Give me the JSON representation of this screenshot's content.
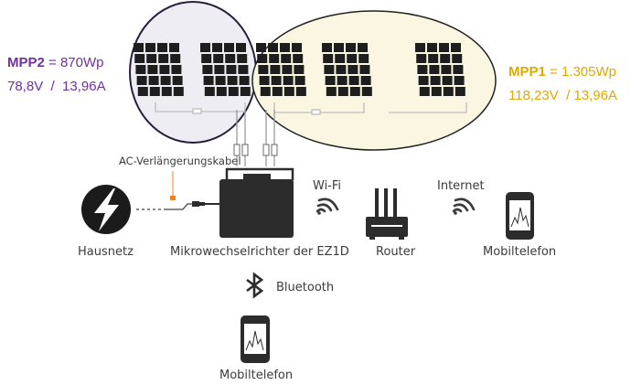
{
  "mpp2": {
    "label": "MPP2",
    "power": " = 870Wp",
    "values": "78,8V  /  13,96A"
  },
  "mpp1": {
    "label": "MPP1",
    "power": " = 1.305Wp",
    "values": "118,23V  / 13,96A"
  },
  "labels": {
    "ac_cable": "AC-Verlängerungskabel",
    "house_grid": "Hausnetz",
    "inverter": "Mikrowechselrichter der EZ1D",
    "wifi": "Wi-Fi",
    "router": "Router",
    "internet": "Internet",
    "phone_right": "Mobiltelefon",
    "bluetooth": "Bluetooth",
    "phone_bottom": "Mobiltelefon"
  },
  "colors": {
    "mpp2_fill": "#efedf4",
    "mpp1_fill": "#fbf6e1",
    "mpp2_text": "#7030a0",
    "mpp1_text": "#e0a800",
    "dark": "#2c2c2c",
    "cable_orange": "#e8852a"
  }
}
